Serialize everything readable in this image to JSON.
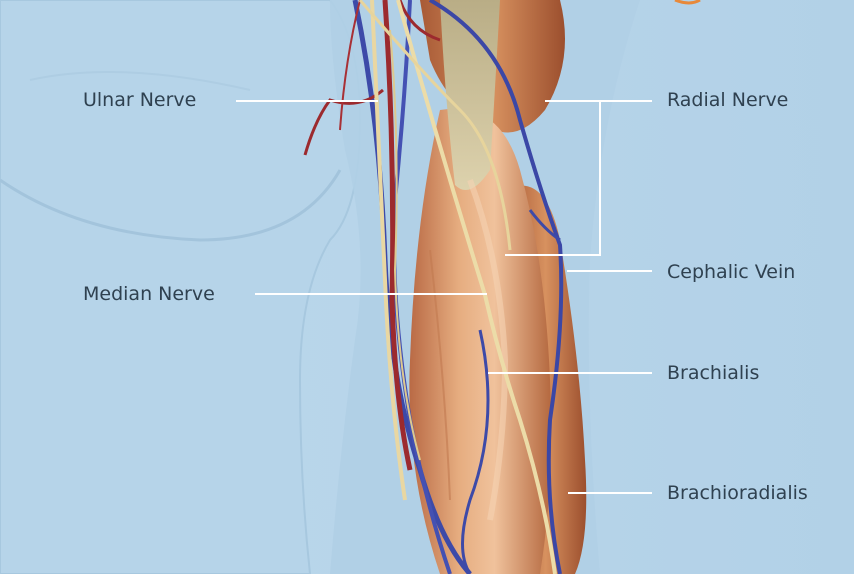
{
  "diagram": {
    "labels": {
      "ulnar_nerve": "Ulnar Nerve",
      "median_nerve": "Median Nerve",
      "radial_nerve": "Radial Nerve",
      "cephalic_vein": "Cephalic Vein",
      "brachialis": "Brachialis",
      "brachioradialis": "Brachioradialis"
    }
  },
  "colors": {
    "background": "#b9d6ea",
    "body_outline": "#a9cbe3",
    "muscle": "#d89a6c",
    "tendon": "#c9bf97",
    "nerve": "#e9d7a2",
    "vein": "#3d4aa8",
    "artery": "#9c2a2e",
    "leader_line": "#ffffff",
    "label_text": "#2f4150"
  }
}
